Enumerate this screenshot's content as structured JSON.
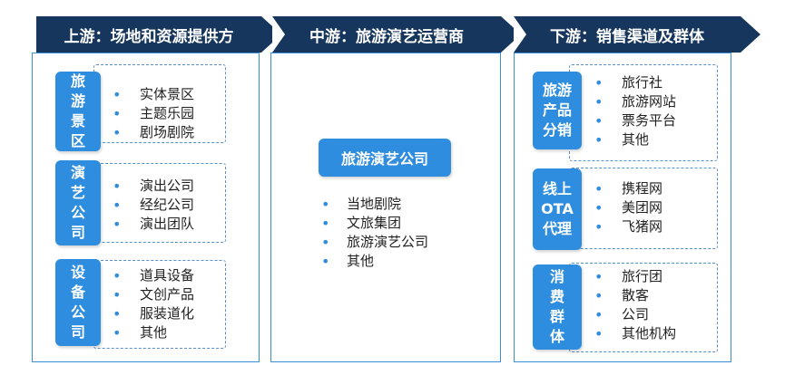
{
  "headers": {
    "upstream": "上游：场地和资源提供方",
    "midstream": "中游：旅游演艺运营商",
    "downstream": "下游：销售渠道及群体"
  },
  "upstream": {
    "groups": [
      {
        "tag": [
          "旅",
          "游",
          "景",
          "区"
        ],
        "items": [
          "实体景区",
          "主题乐园",
          "剧场剧院"
        ]
      },
      {
        "tag": [
          "演",
          "艺",
          "公",
          "司"
        ],
        "items": [
          "演出公司",
          "经纪公司",
          "演出团队"
        ]
      },
      {
        "tag": [
          "设",
          "备",
          "公",
          "司"
        ],
        "items": [
          "道具设备",
          "文创产品",
          "服装道化",
          "其他"
        ]
      }
    ]
  },
  "midstream": {
    "title": "旅游演艺公司",
    "items": [
      "当地剧院",
      "文旅集团",
      "旅游演艺公司",
      "其他"
    ]
  },
  "downstream": {
    "groups": [
      {
        "tag": [
          "旅游",
          "产品",
          "分销"
        ],
        "items": [
          "旅行社",
          "旅游网站",
          "票务平台",
          "其他"
        ]
      },
      {
        "tag": [
          "线上",
          "OTA",
          "代理"
        ],
        "items": [
          "携程网",
          "美团网",
          "飞猪网"
        ]
      },
      {
        "tag": [
          "消",
          "费",
          "群",
          "体"
        ],
        "items": [
          "旅行团",
          "散客",
          "公司",
          "其他机构"
        ]
      }
    ]
  },
  "bullet_char": "•",
  "colors": {
    "header": "#17365d",
    "accent": "#2f8de0",
    "border": "#3b8fd9"
  }
}
